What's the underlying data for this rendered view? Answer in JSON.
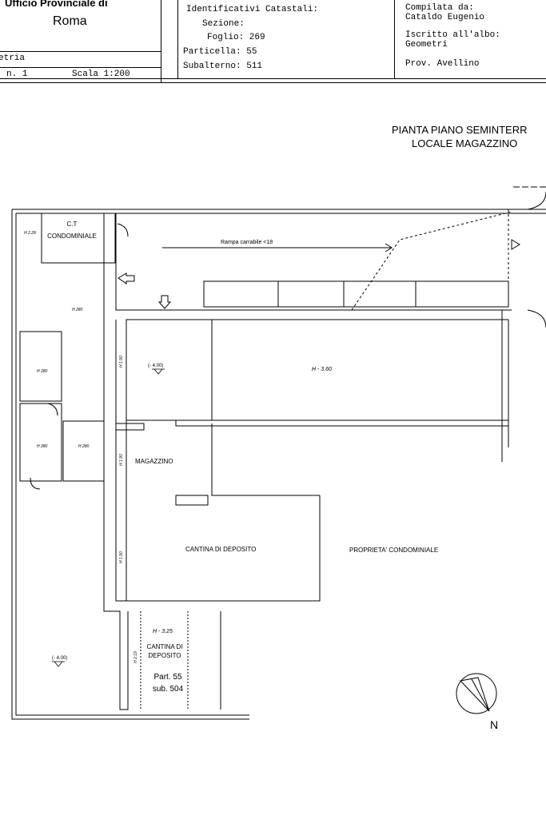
{
  "header": {
    "office_line1": "Ufficio Provinciale di",
    "office_line2": "Roma",
    "planimetria_label": "etria",
    "sheet_label": "n. 1",
    "scale_label": "Scala 1:200",
    "cadastral": {
      "title": "Identificativi Catastali:",
      "sezione": "Sezione:",
      "foglio": "Foglio: 269",
      "particella": "Particella: 55",
      "subalterno": "Subalterno: 511"
    },
    "compiler": {
      "label": "Compilata da:",
      "name": "Cataldo Eugenio",
      "albo_label": "Iscritto all'albo:",
      "albo_value": "Geometri",
      "province": "Prov. Avellino"
    }
  },
  "drawing": {
    "title_line1": "PIANTA PIANO SEMINTERR",
    "title_line2": "LOCALE MAGAZZINO",
    "labels": {
      "ct_line1": "C.T",
      "ct_line2": "CONDOMINIALE",
      "h228": "H 2.28",
      "ramp": "Rampa carrabile <18",
      "h280_a": "H 280",
      "h280_b": "H 280",
      "h280_c": "H 280",
      "h280_d": "H 280",
      "h360": "H - 3.60",
      "level_a": "(- 4.00)",
      "level_b": "(- 4.00)",
      "h190_a": "H 1.90",
      "h190_b": "H 1.90",
      "h190_c": "H 1.90",
      "magazzino": "MAGAZZINO",
      "cantina": "CANTINA DI DEPOSITO",
      "proprieta": "PROPRIETA' CONDOMINIALE",
      "h325": "H - 3.25",
      "cantina2_line1": "CANTINA DI",
      "cantina2_line2": "DEPOSITO",
      "h219": "H 2.19",
      "part_line1": "Part. 55",
      "part_line2": "sub. 504",
      "north": "N"
    }
  }
}
